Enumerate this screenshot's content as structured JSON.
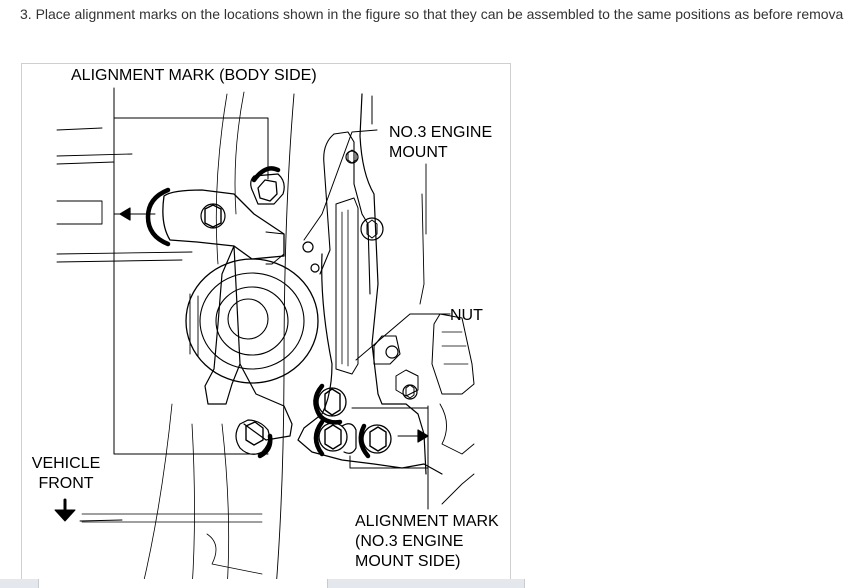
{
  "instruction": "3. Place alignment marks on the locations shown in the figure so that they can be assembled to the same positions as before remova",
  "figure": {
    "labels": {
      "alignment_mark_body": "ALIGNMENT MARK (BODY SIDE)",
      "engine_mount_line1": "NO.3 ENGINE",
      "engine_mount_line2": "MOUNT",
      "nut": "NUT",
      "vehicle_line1": "VEHICLE",
      "vehicle_line2": "FRONT",
      "alignment_mark_mount_line1": "ALIGNMENT MARK",
      "alignment_mark_mount_line2": "(NO.3 ENGINE",
      "alignment_mark_mount_line3": "MOUNT SIDE)"
    }
  },
  "colors": {
    "text": "#333333",
    "drawing": "#000000",
    "figure_border": "#cfcfcf",
    "bottom_bar": "#e4e8ec"
  }
}
